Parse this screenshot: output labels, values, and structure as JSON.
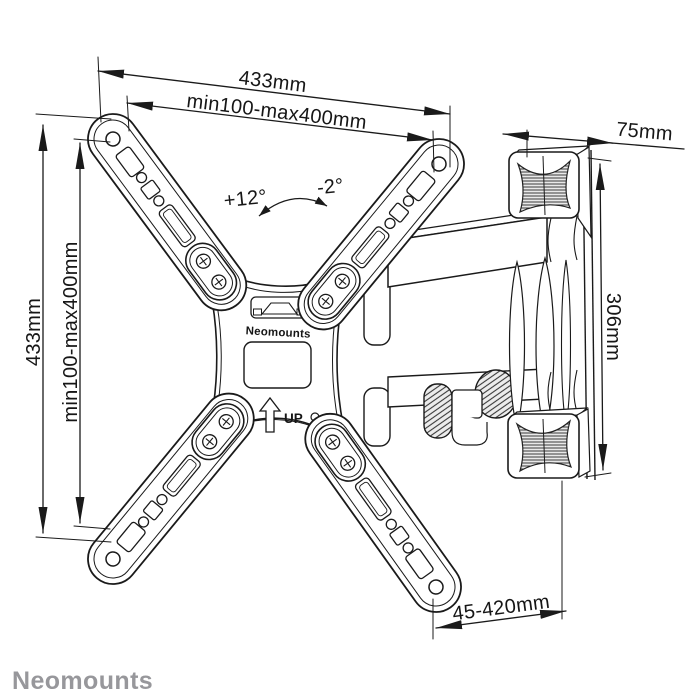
{
  "product": {
    "brand_plate": "Neomounts",
    "up_label": "UP"
  },
  "dimensions": {
    "top_width": "433mm",
    "top_vesa": "min100-max400mm",
    "left_height": "433mm",
    "left_vesa": "min100-max400mm",
    "depth": "75mm",
    "bracket_height": "306mm",
    "extension": "45-420mm"
  },
  "tilt": {
    "up": "+12°",
    "down": "-2°"
  },
  "footer": {
    "brand": "Neomounts"
  },
  "colors": {
    "line": "#1a1a1a",
    "logo_gray": "#97979b",
    "hatch": "#3a3a3a",
    "background": "#ffffff"
  }
}
